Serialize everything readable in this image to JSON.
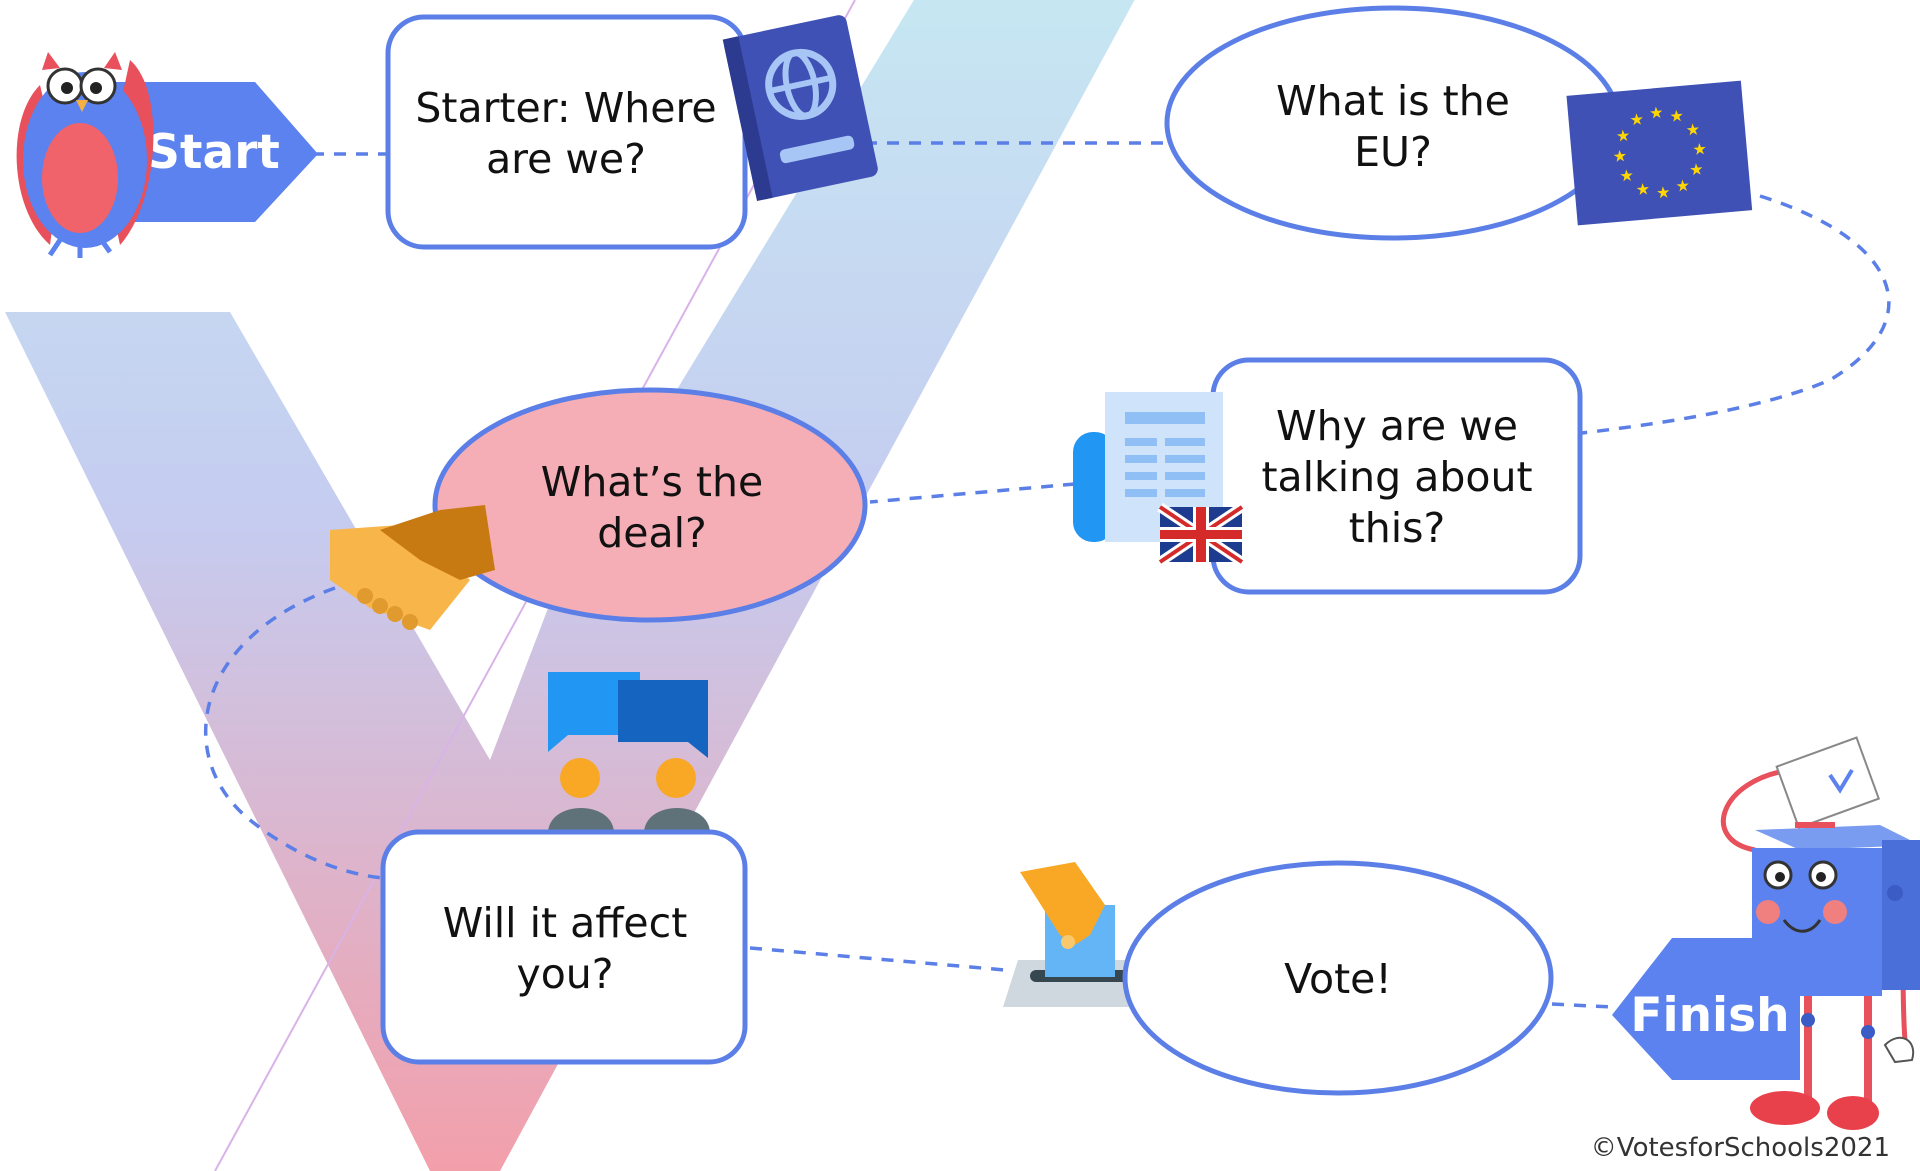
{
  "start_label": "Start",
  "finish_label": "Finish",
  "nodes": [
    {
      "id": "starter",
      "lines": [
        "Starter: Where",
        "are we?"
      ]
    },
    {
      "id": "what-is-eu",
      "lines": [
        "What is the",
        "EU?"
      ]
    },
    {
      "id": "why-talking",
      "lines": [
        "Why are we",
        "talking about",
        "this?"
      ]
    },
    {
      "id": "whats-the-deal",
      "lines": [
        "What’s the",
        "deal?"
      ]
    },
    {
      "id": "will-it-affect",
      "lines": [
        "Will it affect",
        "you?"
      ]
    },
    {
      "id": "vote",
      "lines": [
        "Vote!"
      ]
    }
  ],
  "copyright": "©VotesforSchools2021",
  "colors": {
    "border": "#5b7fe6",
    "tag": "#5b82ee",
    "deal_fill": "#f5aeb5",
    "dash": "#5b7fe6"
  },
  "icons": [
    "owl-mascot-icon",
    "passport-icon",
    "eu-flag-icon",
    "newspaper-icon",
    "uk-flag-icon",
    "handshake-icon",
    "discussion-icon",
    "ballot-box-icon",
    "ballot-box-mascot-icon"
  ]
}
